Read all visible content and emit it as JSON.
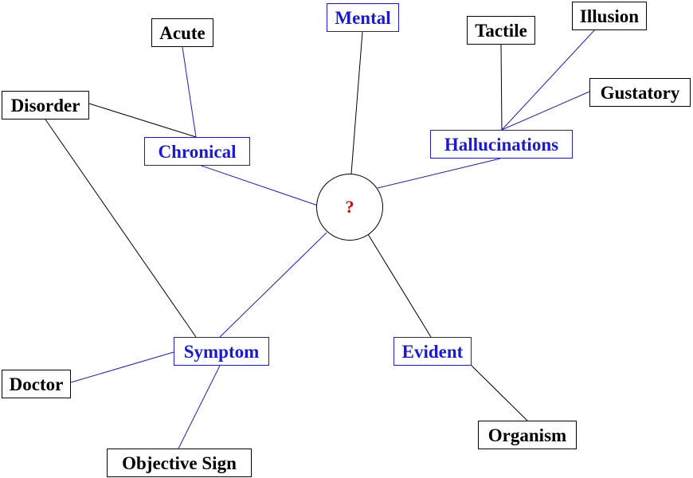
{
  "colors": {
    "blue": "#1a1ad6",
    "black": "#000000",
    "red": "#e00000"
  },
  "center": {
    "label": "?"
  },
  "nodes": {
    "mental": {
      "label": "Mental"
    },
    "acute": {
      "label": "Acute"
    },
    "disorder": {
      "label": "Disorder"
    },
    "chronical": {
      "label": "Chronical"
    },
    "tactile": {
      "label": "Tactile"
    },
    "illusion": {
      "label": "Illusion"
    },
    "gustatory": {
      "label": "Gustatory"
    },
    "hallucinations": {
      "label": "Hallucinations"
    },
    "symptom": {
      "label": "Symptom"
    },
    "doctor": {
      "label": "Doctor"
    },
    "objective_sign": {
      "label": "Objective Sign"
    },
    "evident": {
      "label": "Evident"
    },
    "organism": {
      "label": "Organism"
    }
  }
}
